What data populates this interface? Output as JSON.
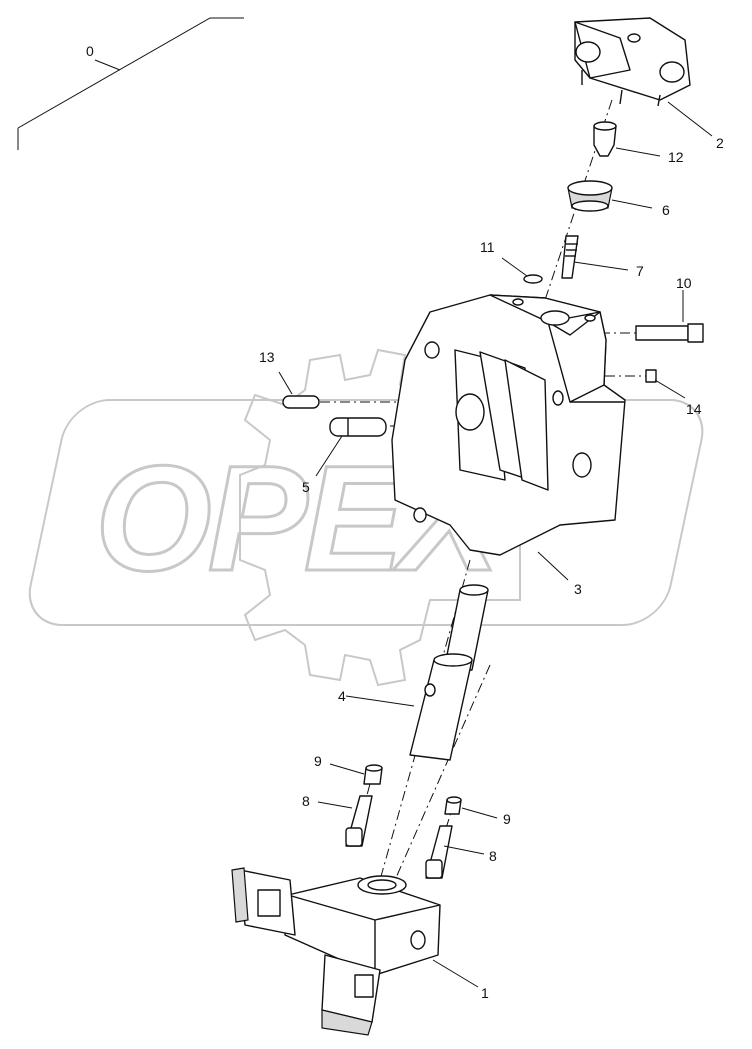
{
  "diagram": {
    "watermark": "OPEX",
    "callouts": [
      {
        "id": "0",
        "label": "0"
      },
      {
        "id": "1",
        "label": "1"
      },
      {
        "id": "2",
        "label": "2"
      },
      {
        "id": "3",
        "label": "3"
      },
      {
        "id": "4",
        "label": "4"
      },
      {
        "id": "5",
        "label": "5"
      },
      {
        "id": "6",
        "label": "6"
      },
      {
        "id": "7",
        "label": "7"
      },
      {
        "id": "8a",
        "label": "8"
      },
      {
        "id": "8b",
        "label": "8"
      },
      {
        "id": "9a",
        "label": "9"
      },
      {
        "id": "9b",
        "label": "9"
      },
      {
        "id": "10",
        "label": "10"
      },
      {
        "id": "11",
        "label": "11"
      },
      {
        "id": "12",
        "label": "12"
      },
      {
        "id": "13",
        "label": "13"
      },
      {
        "id": "14",
        "label": "14"
      }
    ]
  }
}
